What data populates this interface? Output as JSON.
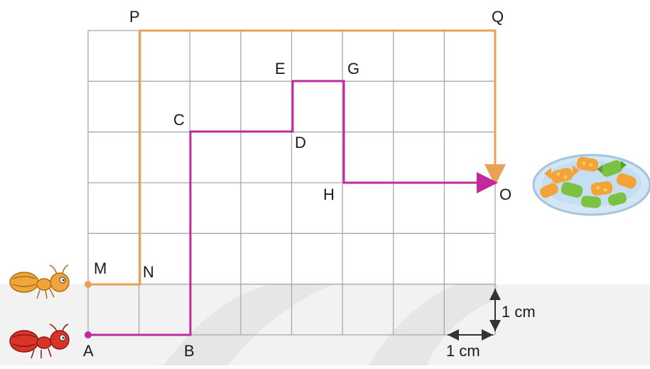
{
  "colors": {
    "grid": "#a9a9a9",
    "path_orange": "#e8a257",
    "path_magenta": "#c2299b",
    "watermark": "#e9e9e9",
    "plate": "#d2e6f5",
    "plate_rim": "#a2c4de"
  },
  "points": {
    "A": "A",
    "B": "B",
    "C": "C",
    "D": "D",
    "E": "E",
    "G": "G",
    "H": "H",
    "O": "O",
    "M": "M",
    "N": "N",
    "P": "P",
    "Q": "Q"
  },
  "scale": {
    "vertical_label": "1 cm",
    "horizontal_label": "1 cm"
  },
  "paths": {
    "orange": [
      "M",
      "N",
      "P",
      "Q",
      "O"
    ],
    "magenta": [
      "A",
      "B",
      "C",
      "D",
      "E",
      "G",
      "H",
      "O"
    ]
  },
  "icons": {
    "orange_ant": "orange-ant-icon",
    "red_ant": "red-ant-icon",
    "candy_plate": "candy-plate-icon"
  }
}
